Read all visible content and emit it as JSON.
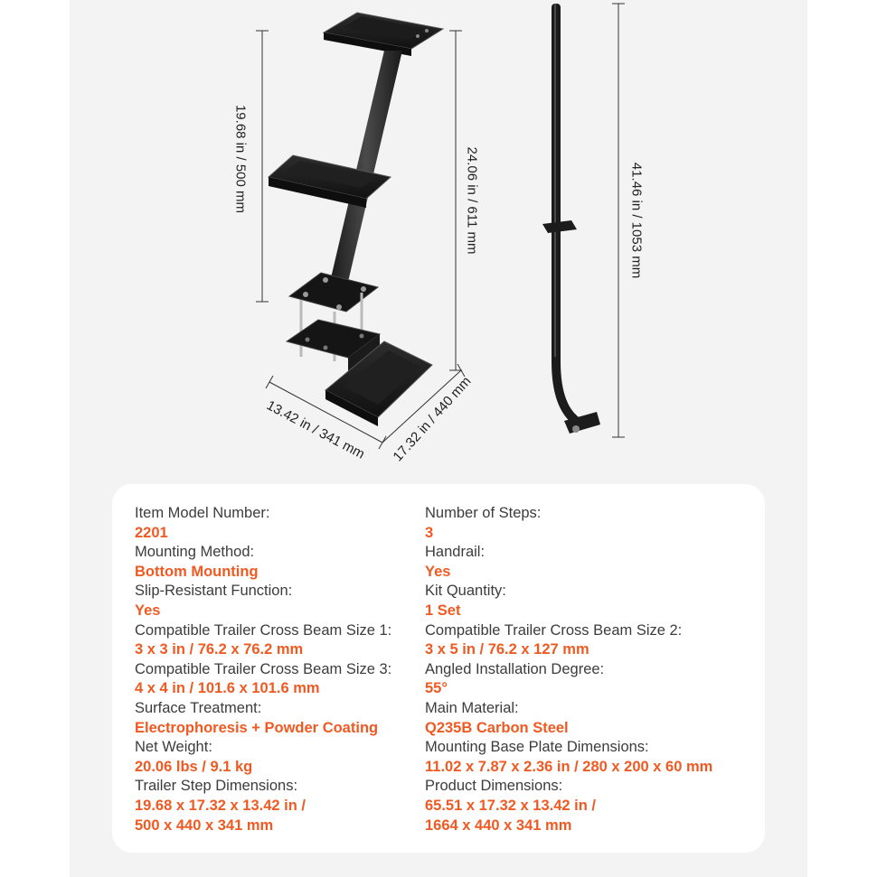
{
  "dimensions": {
    "upper_step_height": "19.68 in / 500 mm",
    "overall_step_height": "24.06 in / 611 mm",
    "handrail_height": "41.46 in / 1053 mm",
    "width": "13.42 in / 341 mm",
    "depth": "17.32 in / 440 mm"
  },
  "colors": {
    "accent": "#f05a22",
    "label": "#3c3c3c",
    "product": "#1c1c1c"
  },
  "specs_left": [
    {
      "label": "Item Model Number:",
      "value": "2201"
    },
    {
      "label": "Mounting Method:",
      "value": "Bottom Mounting"
    },
    {
      "label": "Slip-Resistant Function:",
      "value": "Yes"
    },
    {
      "label": "Compatible Trailer Cross Beam Size 1:",
      "value": "3 x 3 in / 76.2 x 76.2 mm"
    },
    {
      "label": "Compatible Trailer Cross Beam Size 3:",
      "value": "4 x 4 in / 101.6 x 101.6 mm"
    },
    {
      "label": "Surface Treatment:",
      "value": "Electrophoresis + Powder Coating"
    },
    {
      "label": "Net Weight:",
      "value": "20.06 lbs / 9.1 kg"
    },
    {
      "label": "Trailer Step Dimensions:",
      "value": "19.68 x 17.32 x 13.42 in /",
      "value2": "500 x 440 x 341 mm"
    }
  ],
  "specs_right": [
    {
      "label": "Number of Steps:",
      "value": "3"
    },
    {
      "label": "Handrail:",
      "value": "Yes"
    },
    {
      "label": "Kit Quantity:",
      "value": "1 Set"
    },
    {
      "label": "Compatible Trailer Cross Beam Size 2:",
      "value": "3 x 5 in / 76.2 x 127 mm"
    },
    {
      "label": "Angled Installation Degree:",
      "value": "55°"
    },
    {
      "label": "Main Material:",
      "value": "Q235B Carbon Steel"
    },
    {
      "label": "Mounting Base Plate Dimensions:",
      "value": "11.02 x 7.87 x 2.36 in / 280 x 200 x 60 mm"
    },
    {
      "label": "Product Dimensions:",
      "value": "65.51 x 17.32 x 13.42 in /",
      "value2": "1664 x 440 x 341 mm"
    }
  ]
}
